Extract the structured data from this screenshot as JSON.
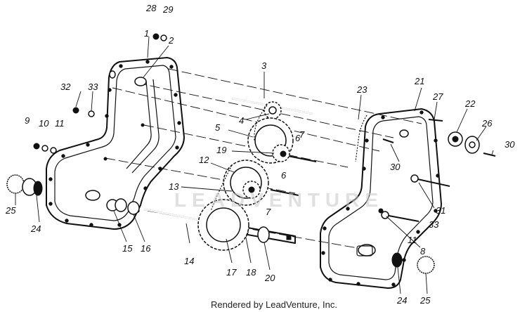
{
  "callouts": [
    {
      "label": "1"
    },
    {
      "label": "2"
    },
    {
      "label": "3"
    },
    {
      "label": "4"
    },
    {
      "label": "5"
    },
    {
      "label": "6"
    },
    {
      "label": "6"
    },
    {
      "label": "7"
    },
    {
      "label": "7"
    },
    {
      "label": "8"
    },
    {
      "label": "9"
    },
    {
      "label": "10"
    },
    {
      "label": "11"
    },
    {
      "label": "11"
    },
    {
      "label": "12"
    },
    {
      "label": "13"
    },
    {
      "label": "14"
    },
    {
      "label": "15"
    },
    {
      "label": "16"
    },
    {
      "label": "17"
    },
    {
      "label": "18"
    },
    {
      "label": "19"
    },
    {
      "label": "20"
    },
    {
      "label": "21"
    },
    {
      "label": "22"
    },
    {
      "label": "23"
    },
    {
      "label": "24"
    },
    {
      "label": "24"
    },
    {
      "label": "25"
    },
    {
      "label": "25"
    },
    {
      "label": "26"
    },
    {
      "label": "27"
    },
    {
      "label": "28"
    },
    {
      "label": "29"
    },
    {
      "label": "30"
    },
    {
      "label": "30"
    },
    {
      "label": "31"
    },
    {
      "label": "32"
    },
    {
      "label": "33"
    },
    {
      "label": "33"
    }
  ],
  "watermark": "LEADVENTURE",
  "footer": "Rendered by LeadVenture, Inc."
}
